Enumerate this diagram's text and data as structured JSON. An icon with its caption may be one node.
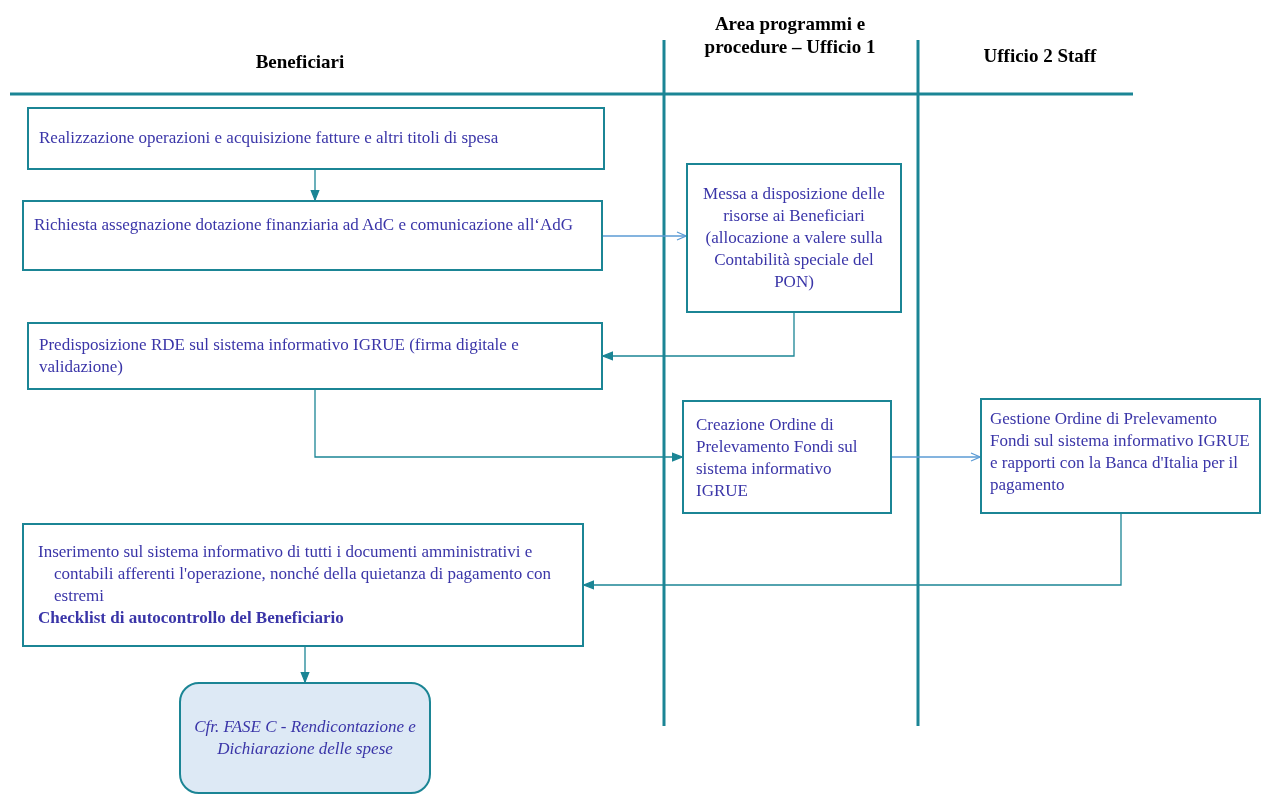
{
  "diagram": {
    "nodes": [
      {
        "text": [
          "Realizzazione operazioni e acquisizione fatture e altri titoli di spesa"
        ]
      },
      {
        "text": [
          "Richiesta assegnazione dotazione finanziaria ad AdC e comunicazione all‘AdG"
        ]
      },
      {
        "text": [
          "Messa a disposizione delle risorse ai Beneficiari (allocazione a valere sulla Contabilità speciale del PON)"
        ]
      },
      {
        "text": [
          "Predisposizione RDE sul sistema informativo IGRUE (firma digitale e validazione)"
        ]
      },
      {
        "text": [
          "Creazione Ordine di Prelevamento Fondi sul sistema informativo IGRUE"
        ]
      },
      {
        "text": [
          "Gestione Ordine di Prelevamento Fondi sul sistema informativo IGRUE e rapporti con la Banca d'Italia per il pagamento"
        ]
      },
      {
        "text": [
          "Inserimento sul sistema informativo di tutti i documenti amministrativi e contabili afferenti l'operazione, nonché della quietanza di pagamento con estremi",
          "Checklist di autocontrollo del Beneficiario"
        ]
      },
      {
        "text": [
          "Cfr. FASE C - Rendicontazione e Dichiarazione delle spese"
        ]
      }
    ],
    "edges": [
      {
        "from": 0,
        "to": 1,
        "arrow": "to"
      },
      {
        "from": 1,
        "to": 2,
        "arrow": "to",
        "color": "#5b9bd5"
      },
      {
        "from": 2,
        "to": 3,
        "arrow": "to"
      },
      {
        "from": 3,
        "to": 4,
        "arrow": "to"
      },
      {
        "from": 4,
        "to": 5,
        "arrow": "to",
        "color": "#5b9bd5"
      },
      {
        "from": 5,
        "to": 6,
        "arrow": "to"
      },
      {
        "from": 6,
        "to": 7,
        "arrow": "to"
      }
    ],
    "labels": [
      "Area programmi e procedure – Ufficio 1",
      "Beneficiari",
      "Ufficio 2 Staff"
    ]
  }
}
